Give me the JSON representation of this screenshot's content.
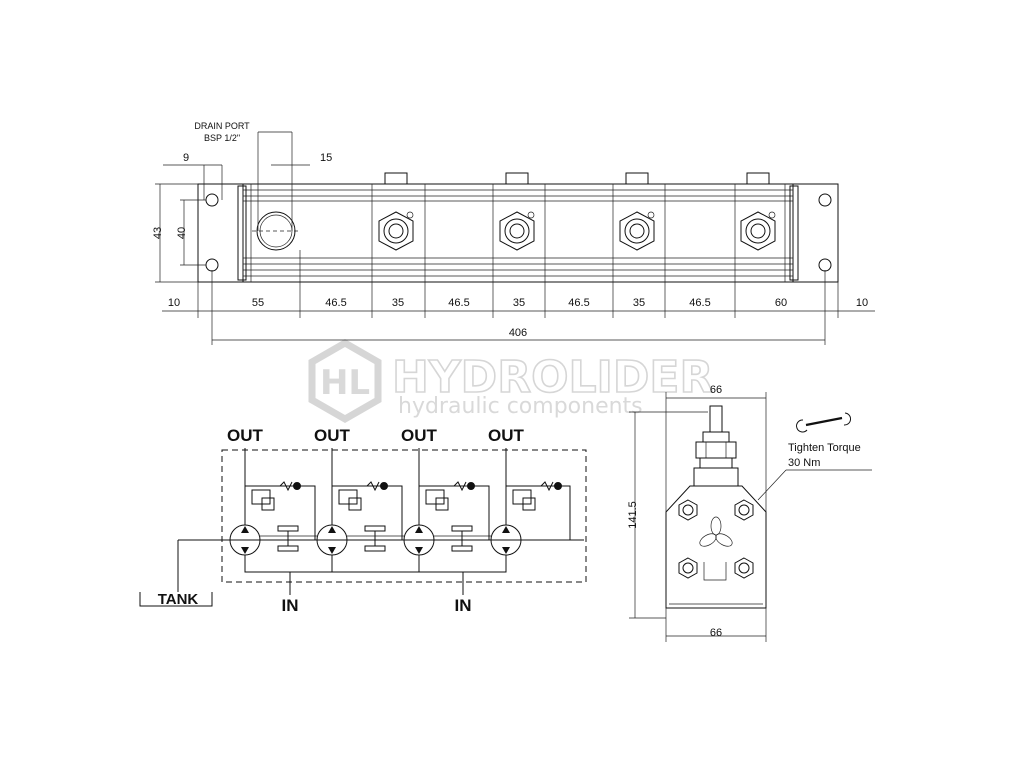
{
  "watermark": {
    "brand": "HYDROLIDER",
    "tagline": "hydraulic components"
  },
  "top_view": {
    "drain_port_label_1": "DRAIN PORT",
    "drain_port_label_2": "BSP 1/2\"",
    "dim_9": "9",
    "dim_15": "15",
    "dim_43": "43",
    "dim_40": "40",
    "bottom_dims": [
      "10",
      "55",
      "46.5",
      "35",
      "46.5",
      "35",
      "46.5",
      "35",
      "46.5",
      "60",
      "10"
    ],
    "total_length": "406"
  },
  "schematic": {
    "out_labels": [
      "OUT",
      "OUT",
      "OUT",
      "OUT"
    ],
    "in_labels": [
      "IN",
      "IN"
    ],
    "tank_label": "TANK"
  },
  "side_view": {
    "width_top": "66",
    "width_bottom": "66",
    "height": "141.5",
    "torque_line_1": "Tighten Torque",
    "torque_line_2": "30 Nm"
  }
}
